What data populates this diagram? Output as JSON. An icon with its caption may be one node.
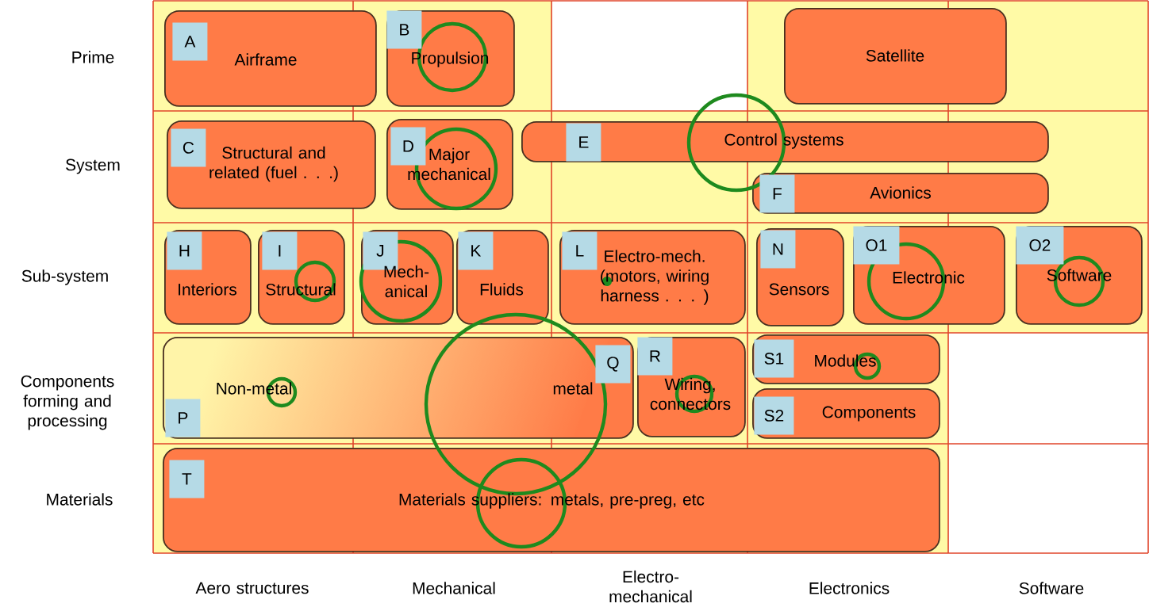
{
  "diagram": {
    "nodes": [
      {
        "text": [
          "A",
          "Airframe"
        ]
      },
      {
        "text": [
          "B",
          "Propulsion"
        ]
      },
      {
        "text": [
          "Satellite"
        ]
      },
      {
        "text": [
          "C",
          "Structural and related (fuel . . .)"
        ]
      },
      {
        "text": [
          "D",
          "Major mechanical"
        ]
      },
      {
        "text": [
          "E",
          "Control systems"
        ]
      },
      {
        "text": [
          "F",
          "Avionics"
        ]
      },
      {
        "text": [
          "H",
          "Interiors"
        ]
      },
      {
        "text": [
          "I",
          "Structural"
        ]
      },
      {
        "text": [
          "J",
          "Mech- anical"
        ]
      },
      {
        "text": [
          "K",
          "Fluids"
        ]
      },
      {
        "text": [
          "L",
          "Electro-mech. (motors, wiring harness . . . )"
        ]
      },
      {
        "text": [
          "N",
          "Sensors"
        ]
      },
      {
        "text": [
          "O1",
          "Electronic"
        ]
      },
      {
        "text": [
          "O2",
          "Software"
        ]
      },
      {
        "text": [
          "P",
          "Non-metal",
          "Q",
          "metal"
        ]
      },
      {
        "text": [
          "R",
          "Wiring, connectors"
        ]
      },
      {
        "text": [
          "S1",
          "Modules"
        ]
      },
      {
        "text": [
          "S2",
          "Components"
        ]
      },
      {
        "text": [
          "T",
          "Materials suppliers: metals, pre-preg, etc"
        ]
      }
    ],
    "labels": [
      "Prime",
      "System",
      "Sub-system",
      "Components forming and processing",
      "Materials",
      "Aero structures",
      "Mechanical",
      "Electro- mechanical",
      "Electronics",
      "Software"
    ]
  }
}
